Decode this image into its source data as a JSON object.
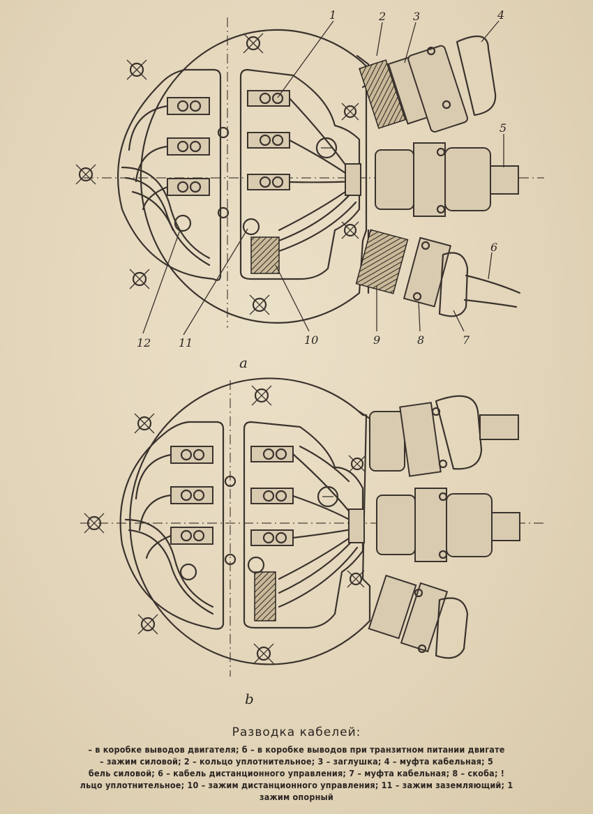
{
  "figure_a": {
    "label": "a",
    "callouts": [
      "1",
      "2",
      "3",
      "4",
      "5",
      "6",
      "7",
      "8",
      "9",
      "10",
      "11",
      "12"
    ]
  },
  "figure_b": {
    "label": "b"
  },
  "caption": {
    "title": "Разводка кабелей:",
    "lines": [
      "– в коробке выводов двигателя; б – в коробке выводов при транзитном питании двигате",
      "– зажим силовой; 2 – кольцо уплотнительное; 3 – заглушка; 4 – муфта кабельная; 5",
      "бель силовой; 6 – кабель дистанционного управления; 7 – муфта кабельная; 8 – скоба; !",
      "льцо уплотнительное; 10 – зажим дистанционного управления; 11 – зажим заземляющий; 1",
      "зажим опорный"
    ]
  }
}
